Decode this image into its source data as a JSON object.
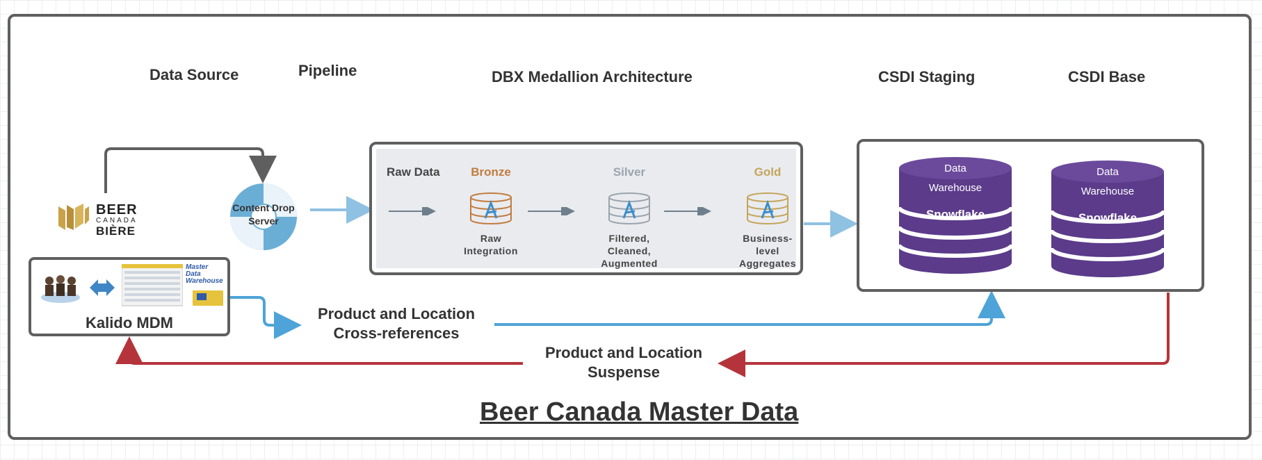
{
  "headers": {
    "data_source": "Data Source",
    "pipeline": "Pipeline",
    "medallion": "DBX Medallion Architecture",
    "csdi_staging": "CSDI Staging",
    "csdi_base": "CSDI Base"
  },
  "logo": {
    "line1": "BEER",
    "line2": "CANADA",
    "line3": "BIÈRE"
  },
  "content_drop": {
    "label": "Content Drop Server"
  },
  "medallion": {
    "raw_title": "Raw Data",
    "stages": [
      {
        "title": "Bronze",
        "desc1": "Raw",
        "desc2": "Integration",
        "desc3": ""
      },
      {
        "title": "Silver",
        "desc1": "Filtered,",
        "desc2": "Cleaned,",
        "desc3": "Augmented"
      },
      {
        "title": "Gold",
        "desc1": "Business-",
        "desc2": "level",
        "desc3": "Aggregates"
      }
    ]
  },
  "csdi": {
    "staging": {
      "line1": "Data",
      "line2": "Warehouse",
      "product": "Snowflake"
    },
    "base": {
      "line1": "Data",
      "line2": "Warehouse",
      "product": "Snowflake"
    }
  },
  "kalido": {
    "label": "Kalido MDM",
    "thumb_text": {
      "line1": "Master",
      "line2": "Data",
      "line3": "Warehouse"
    }
  },
  "flows": {
    "xref_line1": "Product and Location",
    "xref_line2": "Cross-references",
    "suspense_line1": "Product and Location",
    "suspense_line2": "Suspense"
  },
  "title": "Beer Canada Master Data",
  "colors": {
    "frame": "#5f5f5f",
    "blue_flow": "#4ea3d8",
    "red_flow": "#b5343b",
    "snowflake_purple": "#5b3b8a",
    "bronze": "#c27c3e",
    "silver": "#9aa4ad",
    "gold": "#c5a55a"
  }
}
